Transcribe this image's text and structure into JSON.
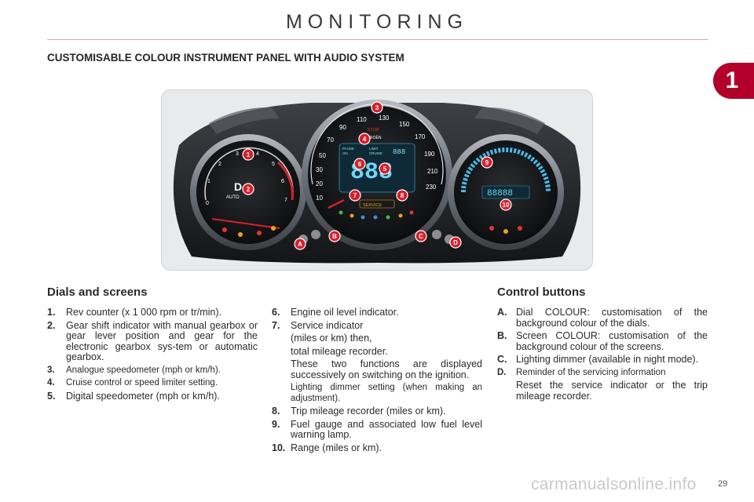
{
  "header": {
    "title": "MONITORING",
    "chapter": "1"
  },
  "section_title": "CUSTOMISABLE COLOUR INSTRUMENT PANEL WITH AUDIO SYSTEM",
  "panel": {
    "markers": [
      "1",
      "2",
      "3",
      "4",
      "5",
      "6",
      "7",
      "8",
      "9",
      "10",
      "A",
      "B",
      "C",
      "D"
    ],
    "speed_ticks": [
      "10",
      "20",
      "30",
      "50",
      "70",
      "90",
      "110",
      "130",
      "150",
      "170",
      "190",
      "210",
      "230"
    ],
    "rev_ticks": [
      "0",
      "1",
      "2",
      "3",
      "4",
      "5",
      "6",
      "7"
    ],
    "left_gear": "D",
    "left_mode": "AUTO",
    "center_stop": "STOP",
    "center_brand": "TROËN",
    "center_digits": "888",
    "center_limit": "LIMIT",
    "center_cruise": "CRUISE",
    "center_on": "ON",
    "center_pause": "PAUSE",
    "center_small_digits": "888",
    "center_service": "SERVICE",
    "right_digits": "88888",
    "colors": {
      "accent": "#d6202b",
      "dial_blue": "#4fb8e8",
      "lcd": "#6fd6f2"
    }
  },
  "dials": {
    "heading": "Dials and screens",
    "left_items": [
      {
        "num": "1.",
        "text": "Rev counter (x 1 000 rpm or tr/min)."
      },
      {
        "num": "2.",
        "text": "Gear shift indicator with manual gearbox or gear lever position and gear for the electronic gearbox sys-tem or automatic gearbox."
      },
      {
        "num": "3.",
        "text": "Analogue speedometer (mph or km/h)."
      },
      {
        "num": "4.",
        "text": "Cruise control or speed limiter setting."
      },
      {
        "num": "5.",
        "text": "Digital speedometer (mph or km/h)."
      }
    ],
    "right_items": {
      "i6": {
        "num": "6.",
        "text": "Engine oil level indicator."
      },
      "i7": {
        "num": "7.",
        "text": "Service indicator",
        "cont1": "(miles or km) then,",
        "cont2": "total mileage recorder.",
        "cont3": "These two functions are displayed successively on switching on the ignition.",
        "cont4": "Lighting dimmer setting (when making an adjustment)."
      },
      "i8": {
        "num": "8.",
        "text": "Trip mileage recorder (miles or km)."
      },
      "i9": {
        "num": "9.",
        "text": "Fuel gauge and associated low fuel level warning lamp."
      },
      "i10": {
        "num": "10.",
        "text": "Range (miles or km)."
      }
    }
  },
  "controls": {
    "heading": "Control buttons",
    "items": {
      "a": {
        "num": "A.",
        "text": "Dial COLOUR: customisation of the background colour of the dials."
      },
      "b": {
        "num": "B.",
        "text": "Screen COLOUR: customisation of the background colour of the screens."
      },
      "c": {
        "num": "C.",
        "text": "Lighting dimmer (available in night mode)."
      },
      "d": {
        "num": "D.",
        "text": "Reminder of the servicing information",
        "cont": "Reset the service indicator or the trip mileage recorder."
      }
    }
  },
  "footer": {
    "page_number": "29",
    "watermark": "carmanualsonline.info"
  }
}
